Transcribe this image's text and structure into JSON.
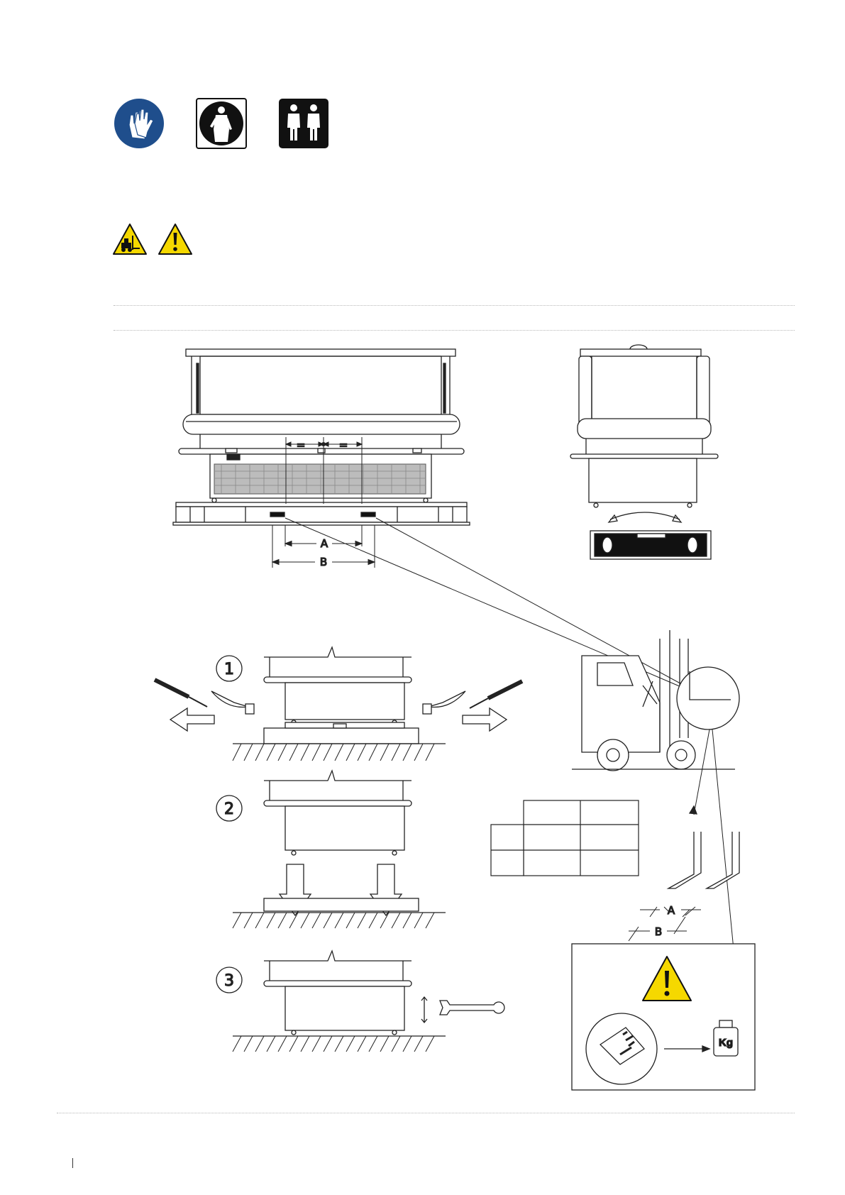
{
  "ppe_icons": [
    {
      "icon": "gloves-icon",
      "color": "#1f4e8c"
    },
    {
      "icon": "protective-clothing-icon",
      "color": "#111111"
    },
    {
      "icon": "two-persons-icon",
      "color": "#111111"
    }
  ],
  "warning_icons": [
    {
      "icon": "forklift-warning-icon",
      "color": "#f5d800"
    },
    {
      "icon": "general-warning-icon",
      "color": "#f5d800"
    }
  ],
  "dimension_labels": {
    "a": "A",
    "b": "B",
    "equal": "="
  },
  "steps": [
    "1",
    "2",
    "3"
  ],
  "weight_label": "Kg"
}
